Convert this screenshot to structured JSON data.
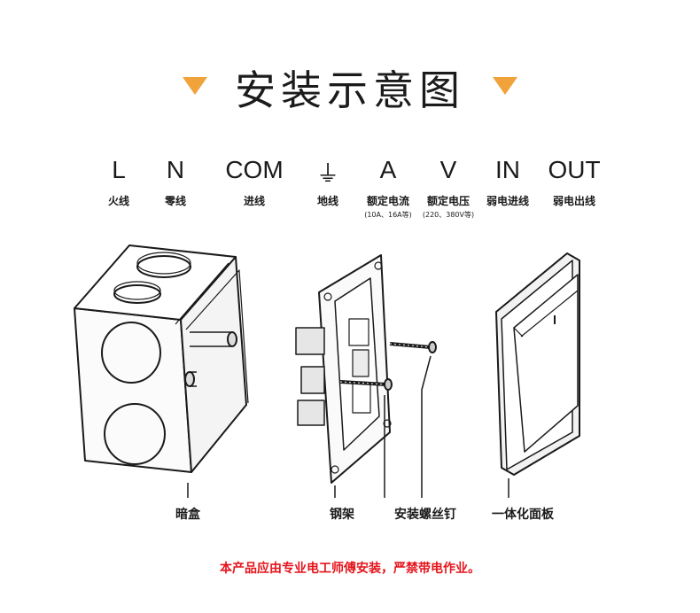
{
  "title": "安装示意图",
  "accent_color": "#f0a23b",
  "terminals": [
    {
      "symbol": "L",
      "label": "火线",
      "note": ""
    },
    {
      "symbol": "N",
      "label": "零线",
      "note": ""
    },
    {
      "symbol": "COM",
      "label": "进线",
      "note": ""
    },
    {
      "symbol": "⏚",
      "label": "地线",
      "note": ""
    },
    {
      "symbol": "A",
      "label": "额定电流",
      "note": "(10A、16A等)"
    },
    {
      "symbol": "V",
      "label": "额定电压",
      "note": "(220、380V等)"
    },
    {
      "symbol": "IN",
      "label": "弱电进线",
      "note": ""
    },
    {
      "symbol": "OUT",
      "label": "弱电出线",
      "note": ""
    }
  ],
  "parts": {
    "box": "暗盒",
    "frame": "钢架",
    "screws": "安装螺丝钉",
    "panel": "一体化面板"
  },
  "warning": "本产品应由专业电工师傅安装，严禁带电作业。",
  "warning_color": "#e4141b"
}
